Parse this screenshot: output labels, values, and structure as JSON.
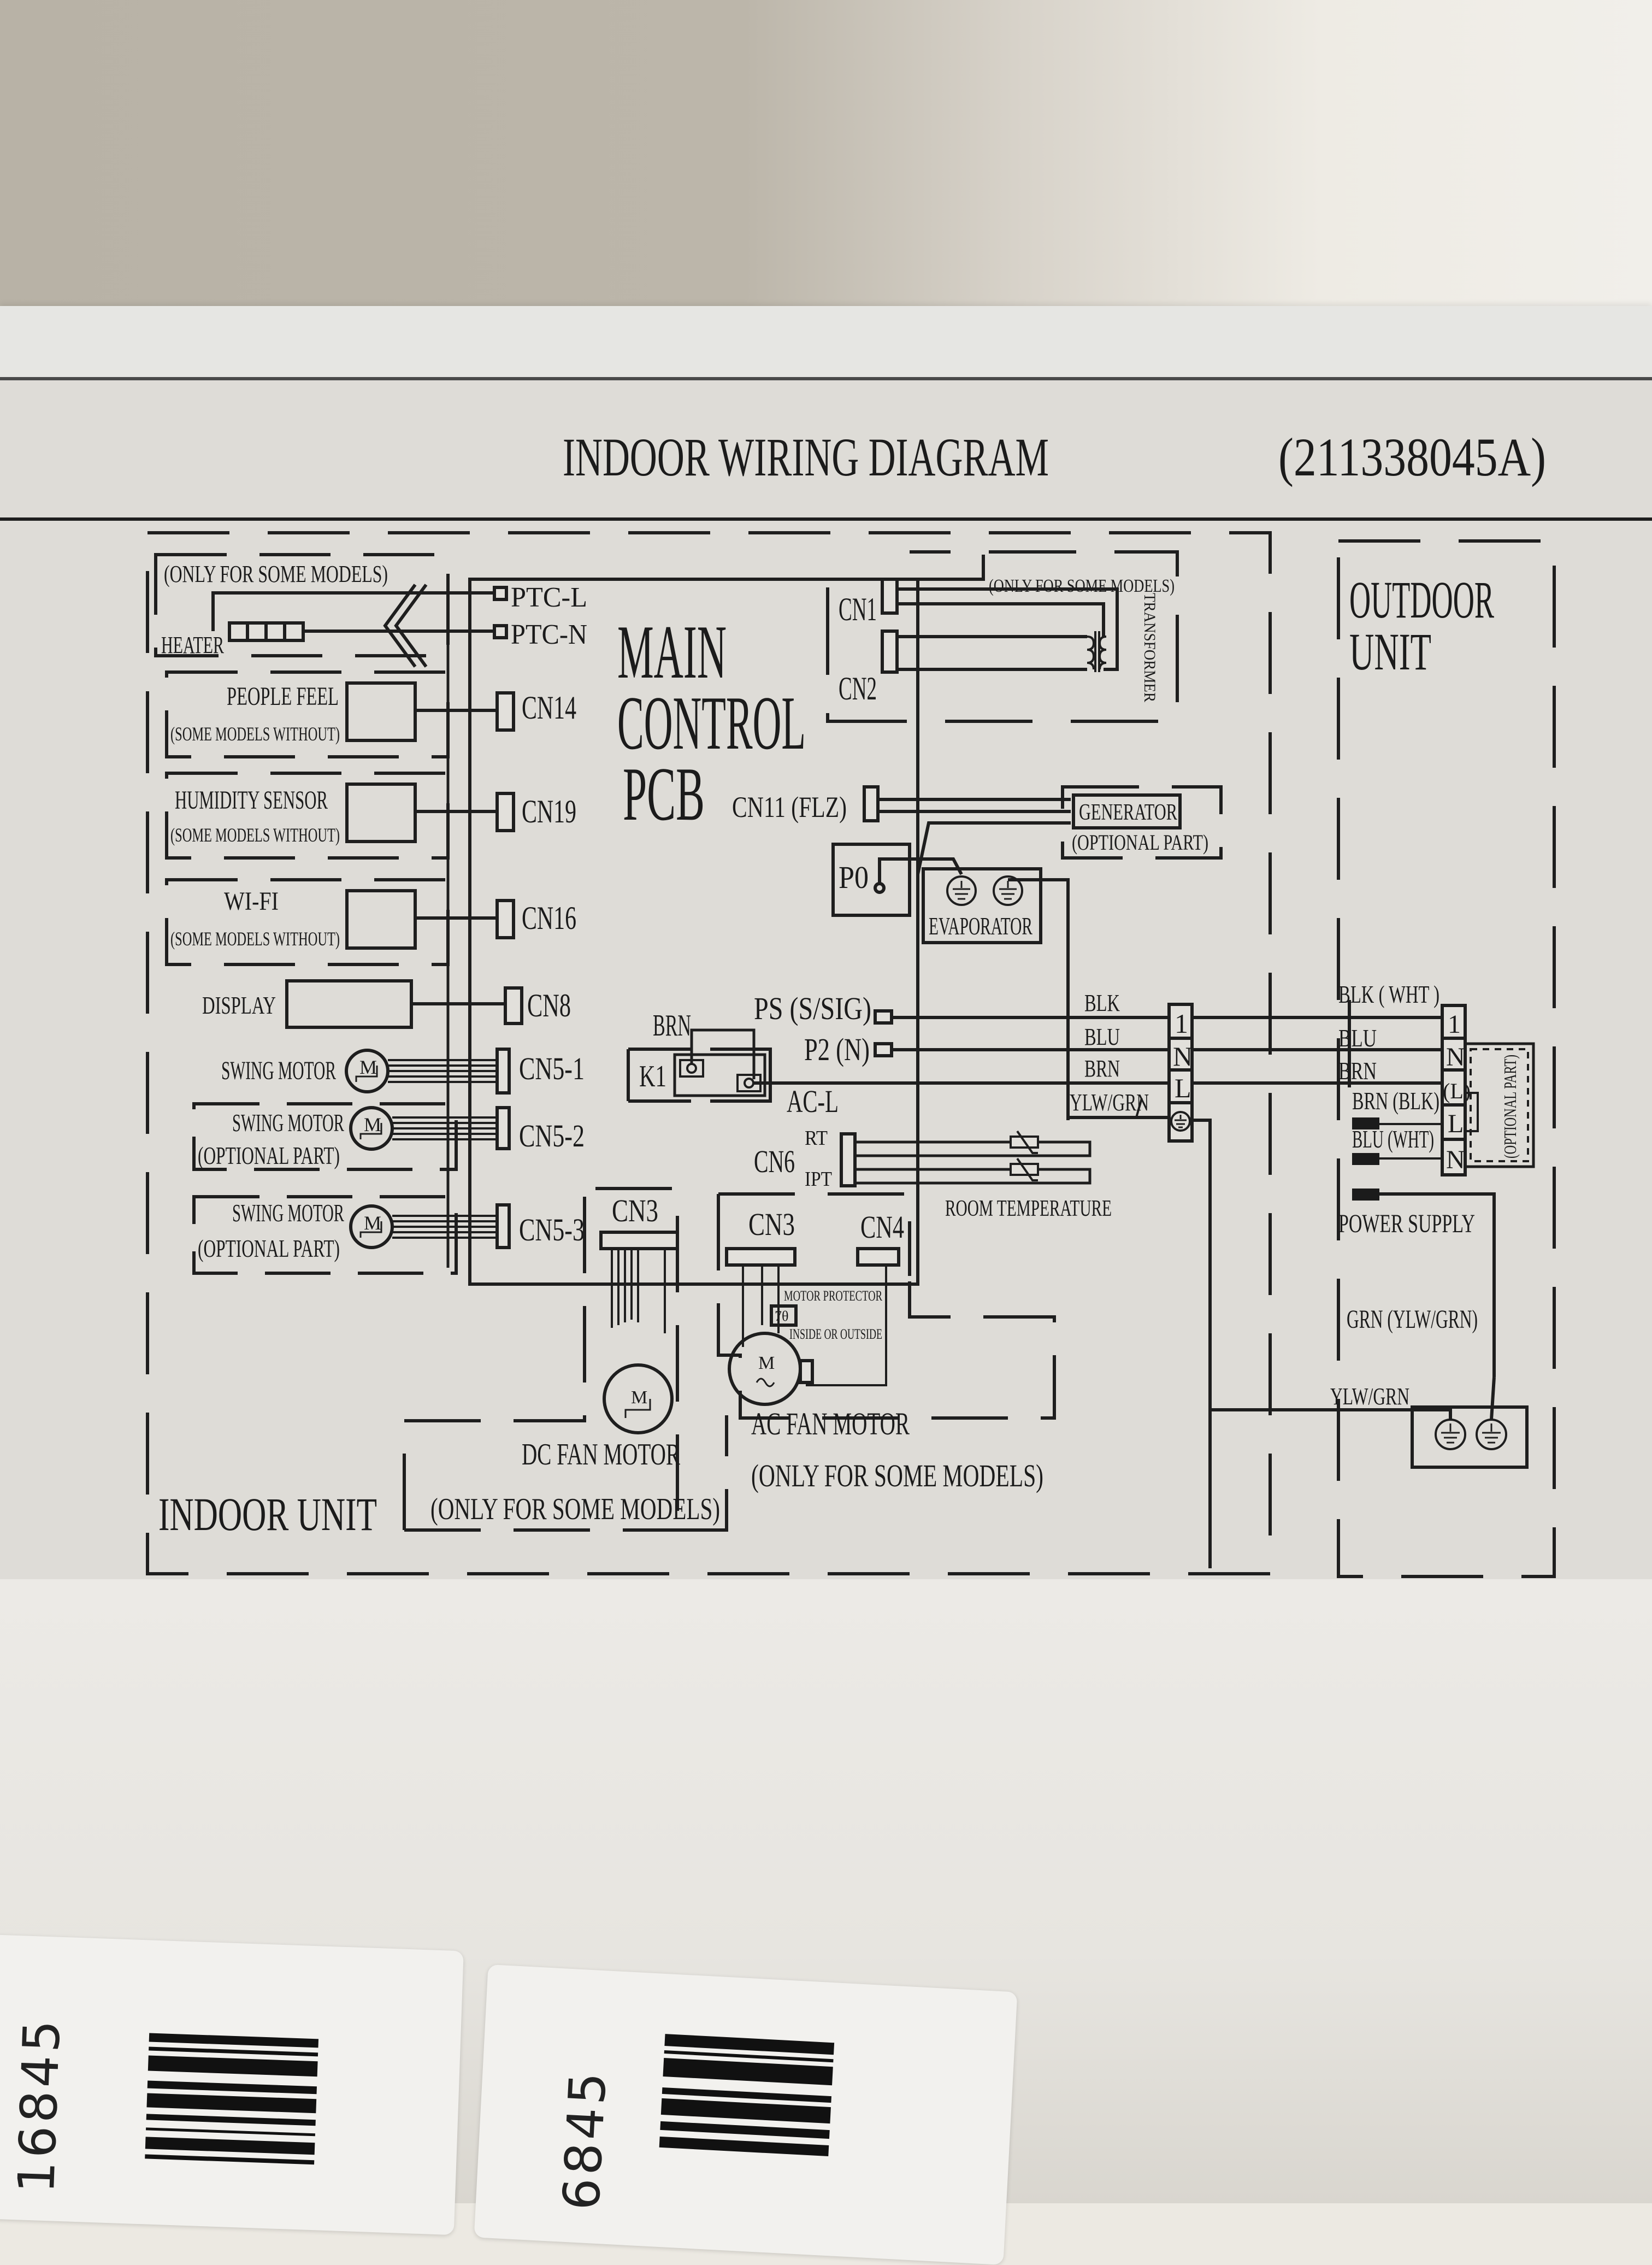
{
  "header": {
    "title": "INDOOR WIRING DIAGRAM",
    "part_number": "(211338045A)"
  },
  "units": {
    "indoor": "INDOOR UNIT",
    "outdoor_line1": "OUTDOOR",
    "outdoor_line2": "UNIT"
  },
  "pcb": {
    "line1": "MAIN",
    "line2": "CONTROL",
    "line3": "PCB"
  },
  "left_components": {
    "heater_note": "(ONLY FOR SOME MODELS)",
    "heater": "HEATER",
    "people_feel": "PEOPLE FEEL",
    "people_feel_note": "(SOME MODELS WITHOUT)",
    "humidity": "HUMIDITY SENSOR",
    "humidity_note": "(SOME MODELS WITHOUT)",
    "wifi": "WI-FI",
    "wifi_note": "(SOME MODELS WITHOUT)",
    "display": "DISPLAY",
    "swing1": "SWING MOTOR",
    "swing2": "SWING MOTOR",
    "swing2_note": "(OPTIONAL PART)",
    "swing3": "SWING MOTOR",
    "swing3_note": "(OPTIONAL PART)"
  },
  "connectors": {
    "ptc_l": "PTC-L",
    "ptc_n": "PTC-N",
    "cn14": "CN14",
    "cn19": "CN19",
    "cn16": "CN16",
    "cn8": "CN8",
    "cn5_1": "CN5-1",
    "cn5_2": "CN5-2",
    "cn5_3": "CN5-3",
    "cn1": "CN1",
    "cn2": "CN2",
    "cn11": "CN11 (FLZ)",
    "p0": "P0",
    "ps": "PS (S/SIG)",
    "p2": "P2 (N)",
    "brn": "BRN",
    "k1": "K1",
    "ac_l": "AC-L",
    "cn6": "CN6",
    "rt": "RT",
    "ipt": "IPT",
    "cn3_dc": "CN3",
    "cn3_ac": "CN3",
    "cn4": "CN4"
  },
  "right_components": {
    "transformer_note": "(ONLY FOR SOME MODELS)",
    "transformer": "TRANSFORMER",
    "generator": "GENERATOR",
    "generator_note": "(OPTIONAL PART)",
    "evaporator": "EVAPORATOR",
    "room_temp": "ROOM TEMPERATURE",
    "motor_protector": "MOTOR PROTECTOR",
    "inside_outside": "INSIDE OR OUTSIDE",
    "ac_fan": "AC FAN MOTOR",
    "ac_fan_note": "(ONLY FOR SOME MODELS)",
    "dc_fan": "DC FAN MOTOR",
    "dc_fan_note": "(ONLY FOR SOME MODELS)",
    "motor_symbol": "M",
    "thermal_symbol": "7θ"
  },
  "indoor_terminal": {
    "wires": [
      "BLK",
      "BLU",
      "BRN",
      "YLW/GRN"
    ],
    "cells": [
      "1",
      "N",
      "L",
      "⏚"
    ]
  },
  "outdoor_terminal": {
    "wires": [
      "BLK ( WHT )",
      "BLU",
      "BRN"
    ],
    "supply_wires": [
      "BRN (BLK)",
      "BLU (WHT)"
    ],
    "cells": [
      "1",
      "N",
      "(L)",
      "L",
      "N"
    ],
    "optional": "(OPTIONAL PART)",
    "power_supply": "POWER SUPPLY",
    "grn": "GRN (YLW/GRN)",
    "ylw_grn": "YLW/GRN"
  },
  "stickers": {
    "left_number": "16845",
    "right_number": "6845"
  }
}
